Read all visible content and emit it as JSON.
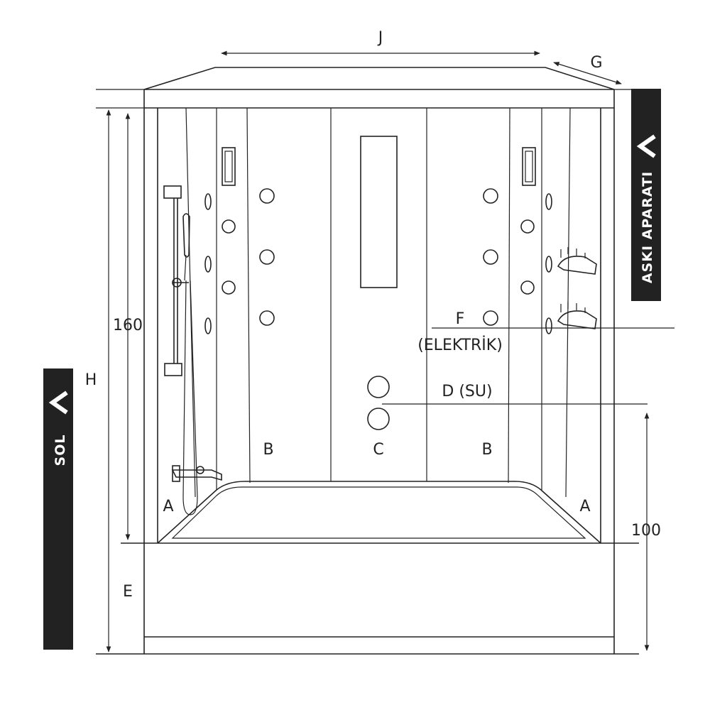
{
  "labels": {
    "width": "J",
    "depth": "G",
    "height": "H",
    "cabin_height": "160",
    "tray_height": "100",
    "base": "E",
    "side_panel_left": "A",
    "side_panel_right": "A",
    "panel_left": "B",
    "panel_right": "B",
    "center_panel": "C",
    "electric_letter": "F",
    "electric_text": "(ELEKTRİK)",
    "water": "D (SU)"
  },
  "tabs": {
    "left": "SOL",
    "right": "ASKI APARATI"
  },
  "colors": {
    "line": "#222222",
    "tab_background": "#222222",
    "tab_text": "#ffffff",
    "background": "#ffffff"
  }
}
